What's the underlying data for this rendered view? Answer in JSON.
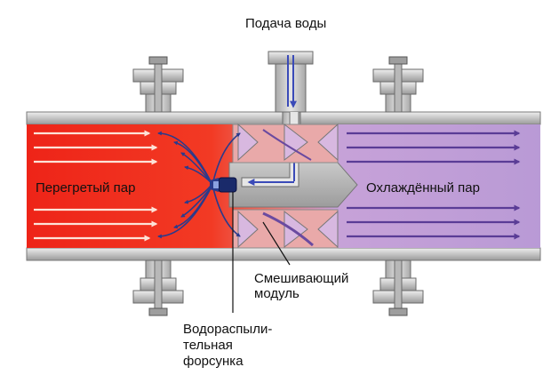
{
  "labels": {
    "water_supply": "Подача воды",
    "superheated_steam": "Перегретый пар",
    "cooled_steam": "Охлаждённый пар",
    "mixing_module_line1": "Смешивающий",
    "mixing_module_line2": "модуль",
    "nozzle_line1": "Водораспыли-",
    "nozzle_line2": "тельная",
    "nozzle_line3": "форсунка"
  },
  "colors": {
    "hot_steam": "#f02818",
    "cool_steam": "#b896d8",
    "pipe_metal": "#c8c8c8",
    "arrow_hot": "#fde3d8",
    "arrow_cool": "#5a3c96",
    "nozzle": "#1a2a6a"
  }
}
